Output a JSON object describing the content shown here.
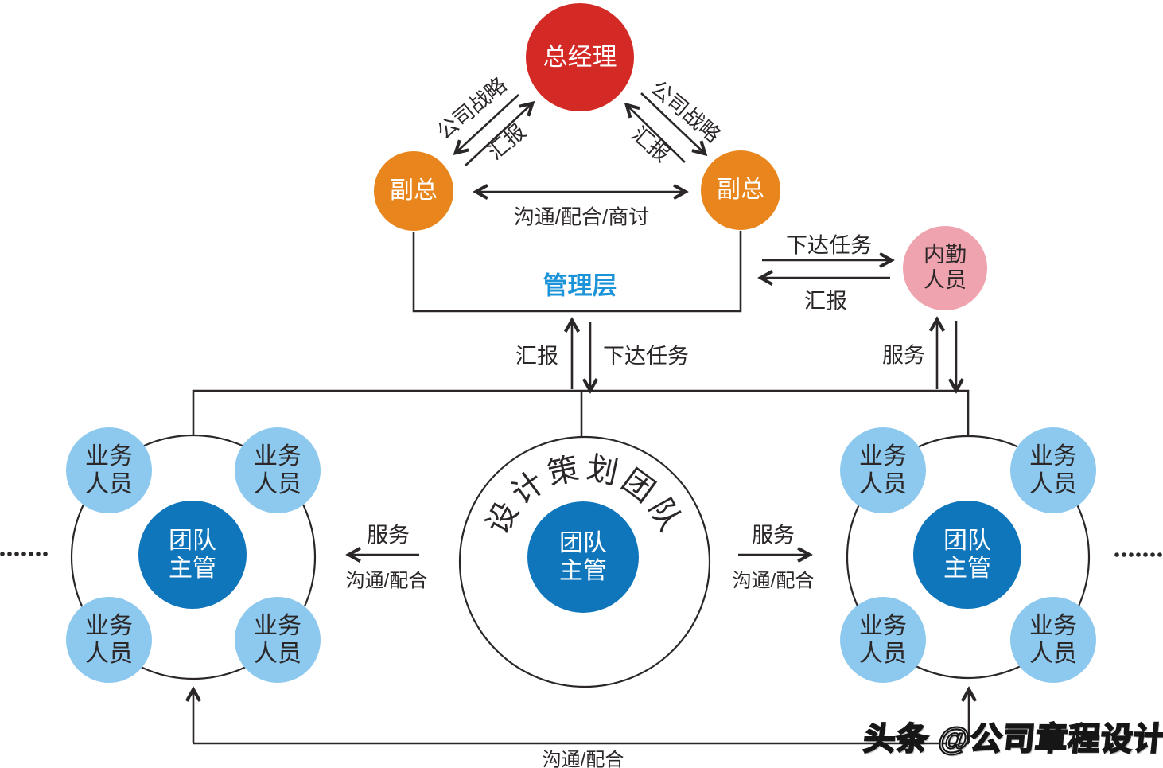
{
  "colors": {
    "red": "#d42a26",
    "orange": "#e8861d",
    "pink": "#efa3ae",
    "light_blue": "#8dc9ee",
    "dark_blue": "#0f76bb",
    "management_blue": "#1b93d8",
    "line": "#2b2728"
  },
  "top": {
    "general_manager": "总经理",
    "deputy_left": "副总",
    "deputy_right": "副总",
    "strategy_left": "公司战略",
    "strategy_right": "公司战略",
    "report_left": "汇报",
    "report_right": "汇报",
    "deputies_arrow": "沟通/配合/商讨",
    "management": "管理层"
  },
  "internal_staff": {
    "line1": "内勤",
    "line2": "人员",
    "assign": "下达任务",
    "report": "汇报",
    "service": "服务"
  },
  "mid_link": {
    "report": "汇报",
    "assign": "下达任务"
  },
  "left_link": {
    "service": "服务",
    "coop": "沟通/配合"
  },
  "right_link": {
    "service": "服务",
    "coop": "沟通/配合"
  },
  "teams": {
    "center_title": "设计策划团队",
    "supervisor_line1": "团队",
    "supervisor_line2": "主管",
    "staff_line1": "业务",
    "staff_line2": "人员"
  },
  "bottom": {
    "coop": "沟通/配合"
  },
  "watermark": "头条 @公司章程设计",
  "ellipsis": "……"
}
